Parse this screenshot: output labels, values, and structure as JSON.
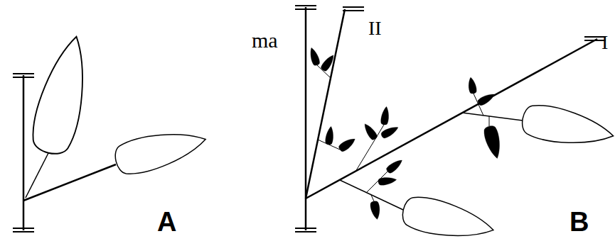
{
  "diagram": {
    "labels": [
      "ma",
      "II",
      "I",
      "A",
      "B"
    ]
  }
}
